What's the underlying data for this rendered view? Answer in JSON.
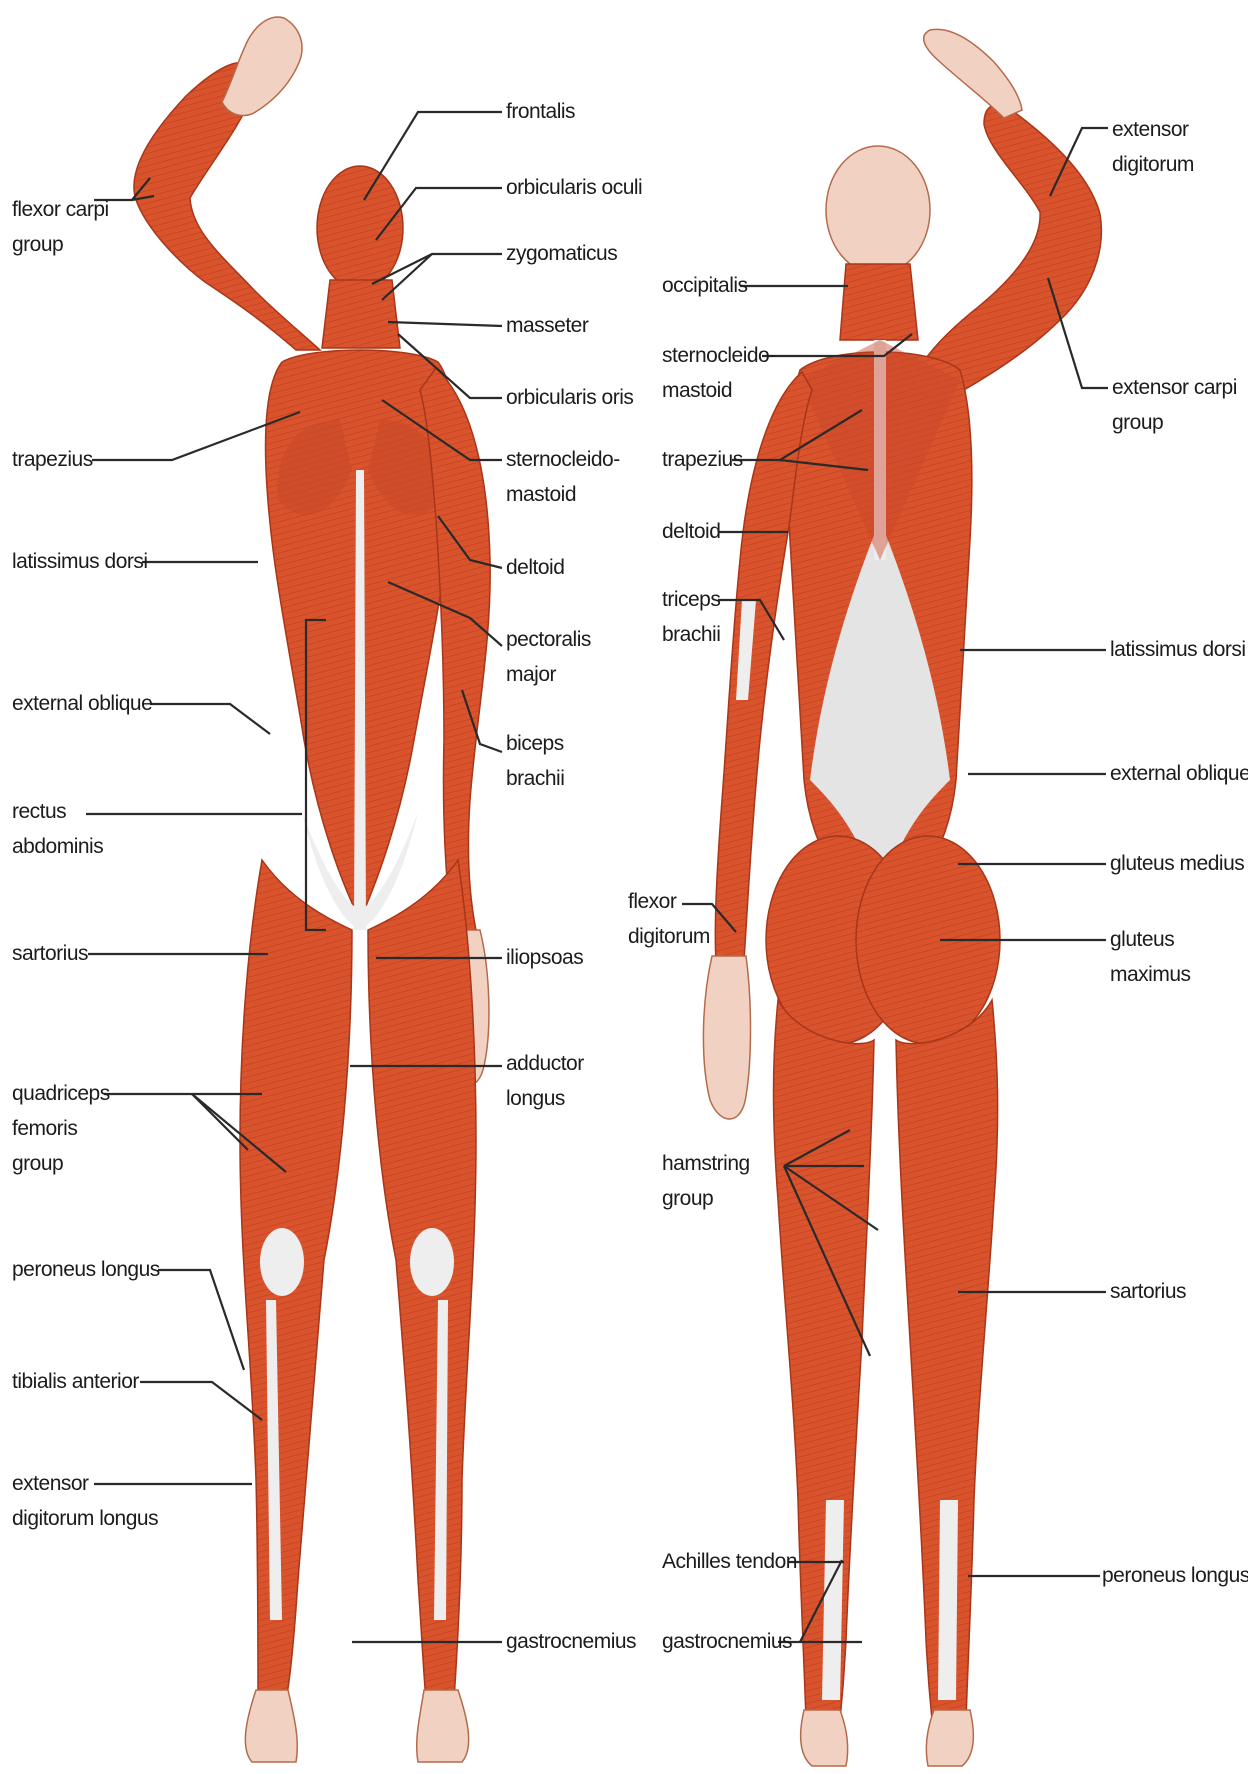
{
  "accent_colors": {
    "muscle": "#d9532c",
    "muscle_dark": "#b23a1d",
    "tendon": "#eeeeee",
    "leader_line": "#2a2a2a"
  },
  "anterior_left_labels": [
    {
      "key": "flexor-carpi-group",
      "lines": [
        "flexor carpi",
        "group"
      ]
    },
    {
      "key": "trapezius",
      "lines": [
        "trapezius"
      ]
    },
    {
      "key": "latissimus-dorsi",
      "lines": [
        "latissimus dorsi"
      ]
    },
    {
      "key": "external-oblique",
      "lines": [
        "external oblique"
      ]
    },
    {
      "key": "rectus-abdominis",
      "lines": [
        "rectus",
        "abdominis"
      ]
    },
    {
      "key": "sartorius",
      "lines": [
        "sartorius"
      ]
    },
    {
      "key": "quadriceps-femoris-group",
      "lines": [
        "quadriceps",
        "femoris",
        "group"
      ]
    },
    {
      "key": "peroneus-longus",
      "lines": [
        "peroneus longus"
      ]
    },
    {
      "key": "tibialis-anterior",
      "lines": [
        "tibialis anterior"
      ]
    },
    {
      "key": "extensor-digitorum-longus",
      "lines": [
        "extensor",
        "digitorum longus"
      ]
    }
  ],
  "anterior_right_labels": [
    {
      "key": "frontalis",
      "lines": [
        "frontalis"
      ]
    },
    {
      "key": "orbicularis-oculi",
      "lines": [
        "orbicularis oculi"
      ]
    },
    {
      "key": "zygomaticus",
      "lines": [
        "zygomaticus"
      ]
    },
    {
      "key": "masseter",
      "lines": [
        "masseter"
      ]
    },
    {
      "key": "orbicularis-oris",
      "lines": [
        "orbicularis oris"
      ]
    },
    {
      "key": "sternocleidomastoid",
      "lines": [
        "sternocleido-",
        "mastoid"
      ]
    },
    {
      "key": "deltoid",
      "lines": [
        "deltoid"
      ]
    },
    {
      "key": "pectoralis-major",
      "lines": [
        "pectoralis",
        "major"
      ]
    },
    {
      "key": "biceps-brachii",
      "lines": [
        "biceps",
        "brachii"
      ]
    },
    {
      "key": "iliopsoas",
      "lines": [
        "iliopsoas"
      ]
    },
    {
      "key": "adductor-longus",
      "lines": [
        "adductor",
        "longus"
      ]
    },
    {
      "key": "gastrocnemius",
      "lines": [
        "gastrocnemius"
      ]
    }
  ],
  "posterior_left_labels": [
    {
      "key": "occipitalis",
      "lines": [
        "occipitalis"
      ]
    },
    {
      "key": "sternocleidomastoid",
      "lines": [
        "sternocleido-",
        "mastoid"
      ]
    },
    {
      "key": "trapezius",
      "lines": [
        "trapezius"
      ]
    },
    {
      "key": "deltoid",
      "lines": [
        "deltoid"
      ]
    },
    {
      "key": "triceps-brachii",
      "lines": [
        "triceps",
        "brachii"
      ]
    },
    {
      "key": "flexor-digitorum",
      "lines": [
        "flexor",
        "digitorum"
      ]
    },
    {
      "key": "hamstring-group",
      "lines": [
        "hamstring",
        "group"
      ]
    },
    {
      "key": "gastrocnemius",
      "lines": [
        "gastrocnemius"
      ]
    },
    {
      "key": "achilles-tendon",
      "lines": [
        "Achilles tendon"
      ]
    }
  ],
  "posterior_right_labels": [
    {
      "key": "extensor-digitorum",
      "lines": [
        "extensor",
        "digitorum"
      ]
    },
    {
      "key": "extensor-carpi-group",
      "lines": [
        "extensor carpi",
        "group"
      ]
    },
    {
      "key": "latissimus-dorsi",
      "lines": [
        "latissimus dorsi"
      ]
    },
    {
      "key": "external-oblique",
      "lines": [
        "external oblique"
      ]
    },
    {
      "key": "gluteus-medius",
      "lines": [
        "gluteus medius"
      ]
    },
    {
      "key": "gluteus-maximus",
      "lines": [
        "gluteus",
        "maximus"
      ]
    },
    {
      "key": "sartorius",
      "lines": [
        "sartorius"
      ]
    },
    {
      "key": "peroneus-longus",
      "lines": [
        "peroneus longus"
      ]
    }
  ]
}
